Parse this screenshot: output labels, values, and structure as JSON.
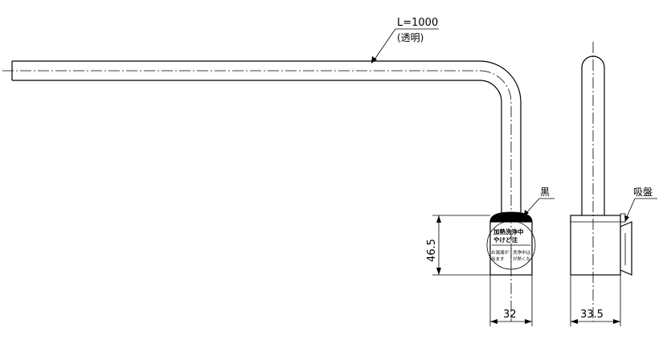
{
  "labels": {
    "length": "L=1000",
    "material": "(透明)",
    "cap_color": "黒",
    "suction_cup": "吸盤"
  },
  "dimensions": {
    "height": "46.5",
    "width_front": "32",
    "width_side": "33.5"
  },
  "warning_label": {
    "top_row1": "加熱洗浄中",
    "top_row2": "やけど注",
    "bottom_left1": "お湯湯が",
    "bottom_left2": "出ます",
    "bottom_right1": "洗浄中は",
    "bottom_right2": "が熱くな"
  }
}
